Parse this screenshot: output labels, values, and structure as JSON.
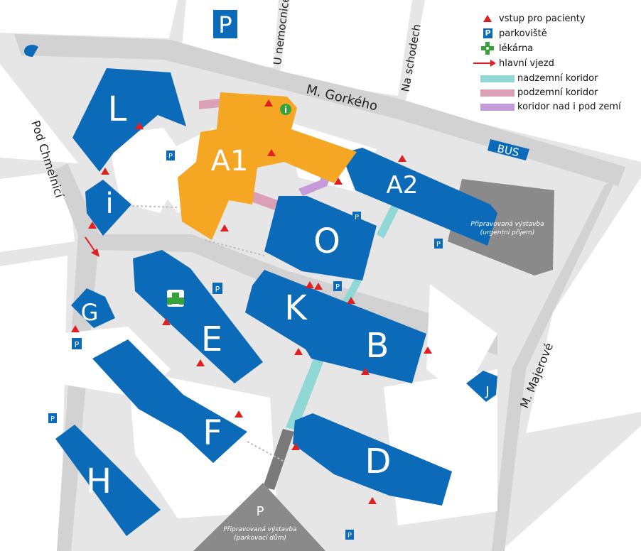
{
  "streets": {
    "u_nemocnice": "U nemocnice",
    "na_schodech": "Na schodech",
    "m_gorkeho": "M. Gorkého",
    "pod_chmelnici": "Pod Chmelnicí",
    "m_majerove": "M. Majerové"
  },
  "buildings": {
    "L": "L",
    "A1": "A1",
    "A2": "A2",
    "i": "i",
    "O": "O",
    "E": "E",
    "K": "K",
    "B": "B",
    "G": "G",
    "F": "F",
    "D": "D",
    "H": "H",
    "J": "J"
  },
  "markers": {
    "parking": "P",
    "parking_big": "P",
    "bus": "BUS",
    "info": "i"
  },
  "construction": {
    "emergency_title": "Připravovaná výstavba",
    "emergency_sub": "(urgentní příjem)",
    "garage_title": "Připravovaná výstavba",
    "garage_sub": "(parkovací dům)"
  },
  "legend": {
    "entrance": "vstup pro pacienty",
    "parking": "parkoviště",
    "pharmacy": "lékárna",
    "main_entry": "hlavní vjezd",
    "above_corridor": "nadzemní koridor",
    "under_corridor": "podzemní koridor",
    "both_corridor": "koridor nad i pod zemí"
  },
  "colors": {
    "building": "#0b6bb8",
    "building_a1": "#f5a623",
    "road": "#d4d4d4",
    "area": "#e4e4e4",
    "construction": "#8a8a8a",
    "entrance": "#e02020",
    "above_corridor": "#8fd8d6",
    "under_corridor": "#dba0b6",
    "both_corridor": "#c49ad8",
    "pharmacy": "#34a43a"
  }
}
